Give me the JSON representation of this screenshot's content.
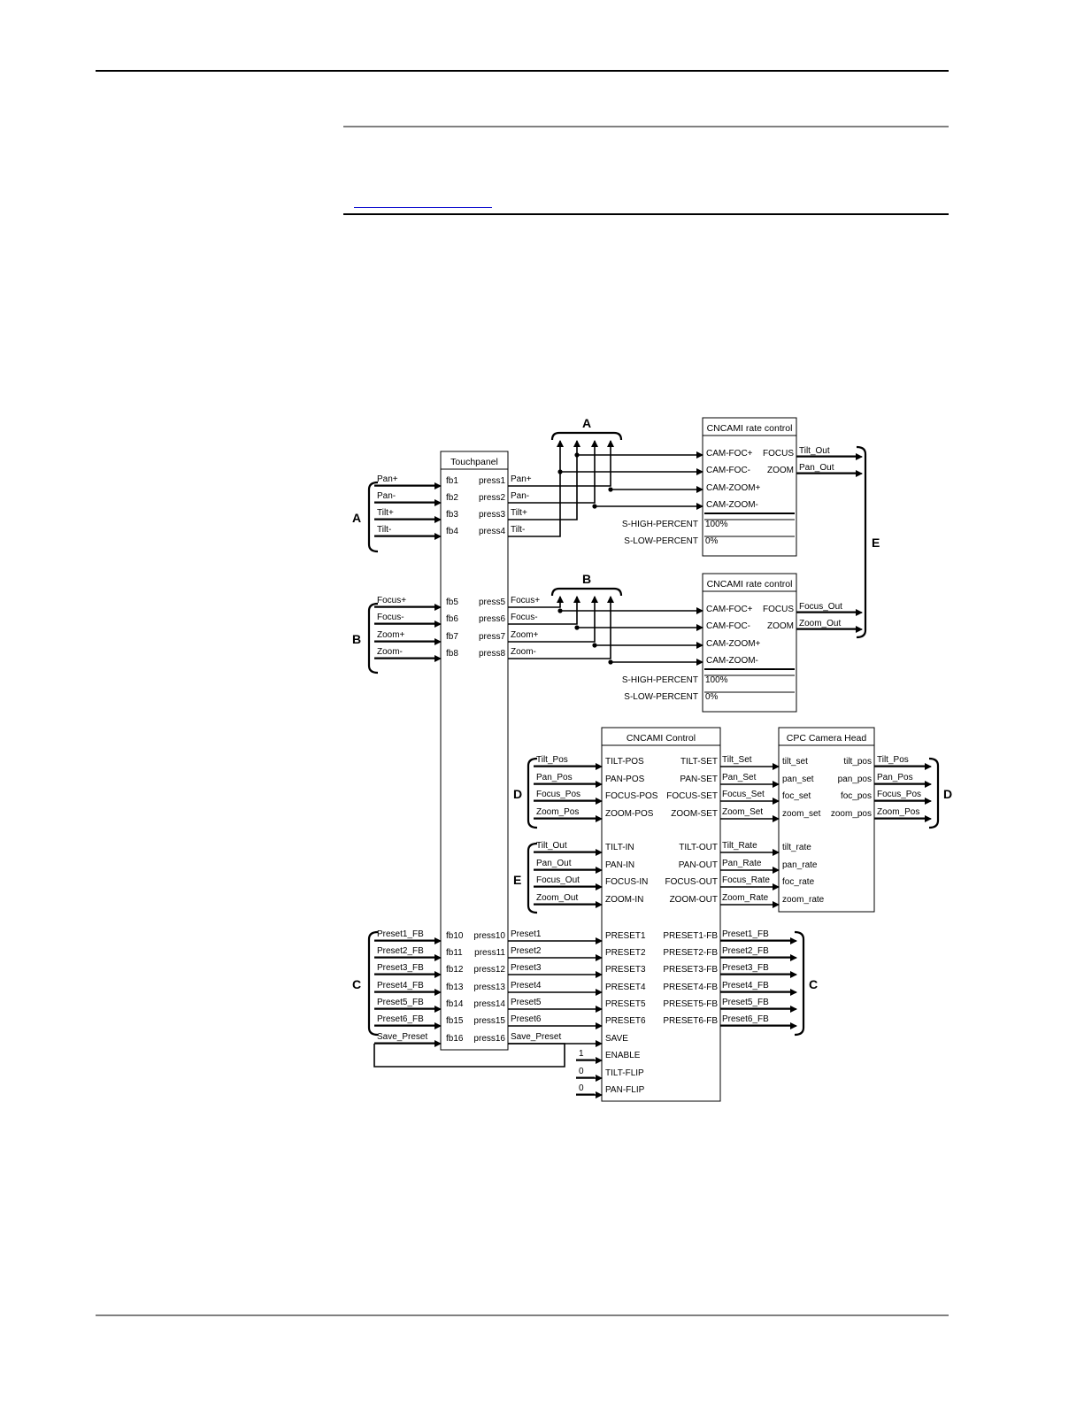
{
  "group_labels": [
    "A",
    "B",
    "C",
    "D",
    "E"
  ],
  "touchpanel": {
    "title": "Touchpanel",
    "left_signals": [
      "Pan+",
      "Pan-",
      "Tilt+",
      "Tilt-",
      "Focus+",
      "Focus-",
      "Zoom+",
      "Zoom-",
      "Preset1_FB",
      "Preset2_FB",
      "Preset3_FB",
      "Preset4_FB",
      "Preset5_FB",
      "Preset6_FB",
      "Save_Preset"
    ],
    "fb_ports": [
      "fb1",
      "fb2",
      "fb3",
      "fb4",
      "fb5",
      "fb6",
      "fb7",
      "fb8",
      "fb10",
      "fb11",
      "fb12",
      "fb13",
      "fb14",
      "fb15",
      "fb16"
    ],
    "press_ports": [
      "press1",
      "press2",
      "press3",
      "press4",
      "press5",
      "press6",
      "press7",
      "press8",
      "press10",
      "press11",
      "press12",
      "press13",
      "press14",
      "press15",
      "press16"
    ],
    "right_signals": [
      "Pan+",
      "Pan-",
      "Tilt+",
      "Tilt-",
      "Focus+",
      "Focus-",
      "Zoom+",
      "Zoom-",
      "Preset1",
      "Preset2",
      "Preset3",
      "Preset4",
      "Preset5",
      "Preset6",
      "Save_Preset"
    ]
  },
  "rate_control_1": {
    "title": "CNCAMI rate control",
    "inputs": [
      "CAM-FOC+",
      "CAM-FOC-",
      "CAM-ZOOM+",
      "CAM-ZOOM-"
    ],
    "outputs": [
      "FOCUS",
      "ZOOM"
    ],
    "output_signals": [
      "Tilt_Out",
      "Pan_Out"
    ],
    "params": [
      "S-HIGH-PERCENT",
      "S-LOW-PERCENT"
    ],
    "param_values": [
      "100%",
      "0%"
    ]
  },
  "rate_control_2": {
    "title": "CNCAMI rate control",
    "inputs": [
      "CAM-FOC+",
      "CAM-FOC-",
      "CAM-ZOOM+",
      "CAM-ZOOM-"
    ],
    "outputs": [
      "FOCUS",
      "ZOOM"
    ],
    "output_signals": [
      "Focus_Out",
      "Zoom_Out"
    ],
    "params": [
      "S-HIGH-PERCENT",
      "S-LOW-PERCENT"
    ],
    "param_values": [
      "100%",
      "0%"
    ]
  },
  "control": {
    "title": "CNCAMI Control",
    "pos_in_signals": [
      "Tilt_Pos",
      "Pan_Pos",
      "Focus_Pos",
      "Zoom_Pos"
    ],
    "pos_inputs": [
      "TILT-POS",
      "PAN-POS",
      "FOCUS-POS",
      "ZOOM-POS"
    ],
    "set_outputs": [
      "TILT-SET",
      "PAN-SET",
      "FOCUS-SET",
      "ZOOM-SET"
    ],
    "set_signals": [
      "Tilt_Set",
      "Pan_Set",
      "Focus_Set",
      "Zoom_Set"
    ],
    "rate_in_signals": [
      "Tilt_Out",
      "Pan_Out",
      "Focus_Out",
      "Zoom_Out"
    ],
    "rate_inputs": [
      "TILT-IN",
      "PAN-IN",
      "FOCUS-IN",
      "ZOOM-IN"
    ],
    "rate_outputs": [
      "TILT-OUT",
      "PAN-OUT",
      "FOCUS-OUT",
      "ZOOM-OUT"
    ],
    "rate_signals": [
      "Tilt_Rate",
      "Pan_Rate",
      "Focus_Rate",
      "Zoom_Rate"
    ],
    "preset_inputs": [
      "PRESET1",
      "PRESET2",
      "PRESET3",
      "PRESET4",
      "PRESET5",
      "PRESET6",
      "SAVE",
      "ENABLE",
      "TILT-FLIP",
      "PAN-FLIP"
    ],
    "preset_outputs": [
      "PRESET1-FB",
      "PRESET2-FB",
      "PRESET3-FB",
      "PRESET4-FB",
      "PRESET5-FB",
      "PRESET6-FB"
    ],
    "preset_fb_signals": [
      "Preset1_FB",
      "Preset2_FB",
      "Preset3_FB",
      "Preset4_FB",
      "Preset5_FB",
      "Preset6_FB"
    ],
    "constants": [
      "1",
      "0",
      "0"
    ]
  },
  "camera_head": {
    "title": "CPC Camera Head",
    "inputs": [
      "tilt_set",
      "pan_set",
      "foc_set",
      "zoom_set",
      "tilt_rate",
      "pan_rate",
      "foc_rate",
      "zoom_rate"
    ],
    "outputs": [
      "tilt_pos",
      "pan_pos",
      "foc_pos",
      "zoom_pos"
    ],
    "output_signals": [
      "Tilt_Pos",
      "Pan_Pos",
      "Focus_Pos",
      "Zoom_Pos"
    ]
  }
}
